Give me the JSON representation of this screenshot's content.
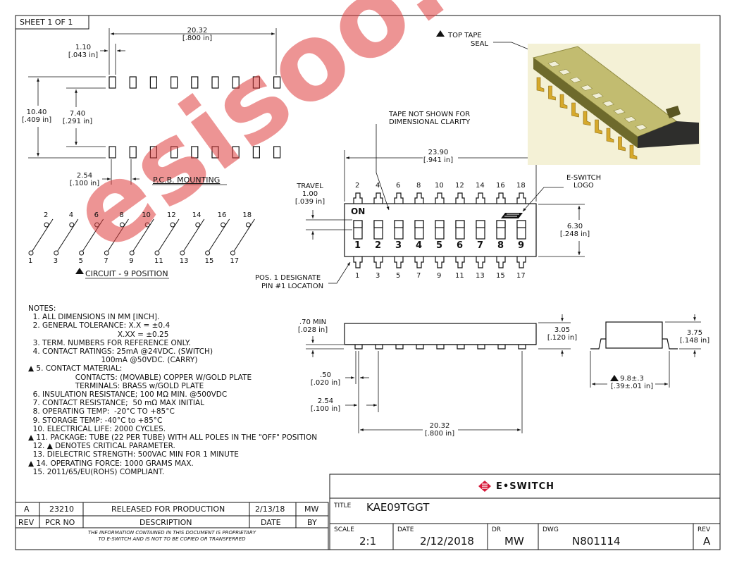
{
  "sheet": {
    "label": "SHEET 1 OF 1"
  },
  "pcb": {
    "pitch_total": "20.32",
    "pitch_total_in": "[.800 in]",
    "pad_w": "1.10",
    "pad_w_in": "[.043 in]",
    "row_span": "10.40",
    "row_span_in": "[.409 in]",
    "row_gap": "7.40",
    "row_gap_in": "[.291 in]",
    "pitch": "2.54",
    "pitch_in": "[.100 in]",
    "title": "P.C.B. MOUNTING"
  },
  "circuit": {
    "top_pins": [
      "2",
      "4",
      "6",
      "8",
      "10",
      "12",
      "14",
      "16",
      "18"
    ],
    "bottom_pins": [
      "1",
      "3",
      "5",
      "7",
      "9",
      "11",
      "13",
      "15",
      "17"
    ],
    "title": "CIRCUIT - 9 POSITION"
  },
  "callouts": {
    "top_tape": "TOP TAPE",
    "seal": "SEAL",
    "tape_note_1": "TAPE NOT SHOWN FOR",
    "tape_note_2": "DIMENSIONAL CLARITY",
    "eswitch_logo_1": "E-SWITCH",
    "eswitch_logo_2": "LOGO",
    "travel": "TRAVEL",
    "travel_mm": "1.00",
    "travel_in": "[.039 in]",
    "pos1_1": "POS. 1 DESIGNATE",
    "pos1_2": "PIN #1 LOCATION"
  },
  "top_view": {
    "width": "23.90",
    "width_in": "[.941 in]",
    "height": "6.30",
    "height_in": "[.248 in]",
    "on_label": "ON",
    "positions": [
      "1",
      "2",
      "3",
      "4",
      "5",
      "6",
      "7",
      "8",
      "9"
    ],
    "top_pins": [
      "2",
      "4",
      "6",
      "8",
      "10",
      "12",
      "14",
      "16",
      "18"
    ],
    "bottom_pins": [
      "1",
      "3",
      "5",
      "7",
      "9",
      "11",
      "13",
      "15",
      "17"
    ]
  },
  "side_view": {
    "min": ".70 MIN",
    "min_in": "[.028 in]",
    "height": "3.05",
    "height_in": "[.120 in]",
    "pin_w": ".50",
    "pin_w_in": "[.020 in]",
    "pitch": "2.54",
    "pitch_in": "[.100 in]",
    "span": "20.32",
    "span_in": "[.800 in]"
  },
  "end_view": {
    "height": "3.75",
    "height_in": "[.148 in]",
    "width": "9.8±.3",
    "width_in": "[.39±.01 in]"
  },
  "notes": {
    "header": "NOTES:",
    "lines": [
      "  1. ALL DIMENSIONS IN MM [INCH].",
      "  2. GENERAL TOLERANCE: X.X = ±0.4",
      "                                      X.XX = ±0.25",
      "  3. TERM. NUMBERS FOR REFERENCE ONLY.",
      "  4. CONTACT RATINGS: 25mA @24VDC. (SWITCH)",
      "                               100mA @50VDC. (CARRY)",
      "▲ 5. CONTACT MATERIAL:",
      "                    CONTACTS: (MOVABLE) COPPER W/GOLD PLATE",
      "                    TERMINALS: BRASS w/GOLD PLATE",
      "  6. INSULATION RESISTANCE; 100 MΩ MIN. @500VDC",
      "  7. CONTACT RESISTANCE;  50 mΩ MAX INITIAL",
      "  8. OPERATING TEMP:  -20°C TO +85°C",
      "  9. STORAGE TEMP: -40°C to +85°C",
      "  10. ELECTRICAL LIFE: 2000 CYCLES.",
      "▲ 11. PACKAGE: TUBE (22 PER TUBE) WITH ALL POLES IN THE \"OFF\" POSITION",
      "  12. ▲ DENOTES CRITICAL PARAMETER.",
      "  13. DIELECTRIC STRENGTH: 500VAC MIN FOR 1 MINUTE",
      "▲ 14. OPERATING FORCE: 1000 GRAMS MAX.",
      "  15. 2011/65/EU(ROHS) COMPLIANT."
    ]
  },
  "revisions": {
    "row": {
      "rev": "A",
      "pcr": "23210",
      "desc": "RELEASED FOR PRODUCTION",
      "date": "2/13/18",
      "by": "MW"
    },
    "headers": {
      "rev": "REV",
      "pcr": "PCR NO",
      "desc": "DESCRIPTION",
      "date": "DATE",
      "by": "BY"
    },
    "disclaimer_1": "THE INFORMATION CONTAINED IN THIS DOCUMENT IS PROPRIETARY",
    "disclaimer_2": "TO E-SWITCH AND IS NOT TO BE COPIED OR TRANSFERRED"
  },
  "title_block": {
    "brand": "E•SWITCH",
    "title_label": "TITLE",
    "title": "KAE09TGGT",
    "scale_label": "SCALE",
    "scale": "2:1",
    "date_label": "DATE",
    "date": "2/12/2018",
    "dr_label": "DR",
    "dr": "MW",
    "dwg_label": "DWG",
    "dwg": "N801114",
    "rev_label": "REV",
    "rev": "A"
  },
  "watermark": "esisoo.com",
  "colors": {
    "line": "#111111",
    "watermark": "#de3c3c",
    "brand_red": "#d71a3a",
    "body_tan": "#d8d49a"
  }
}
